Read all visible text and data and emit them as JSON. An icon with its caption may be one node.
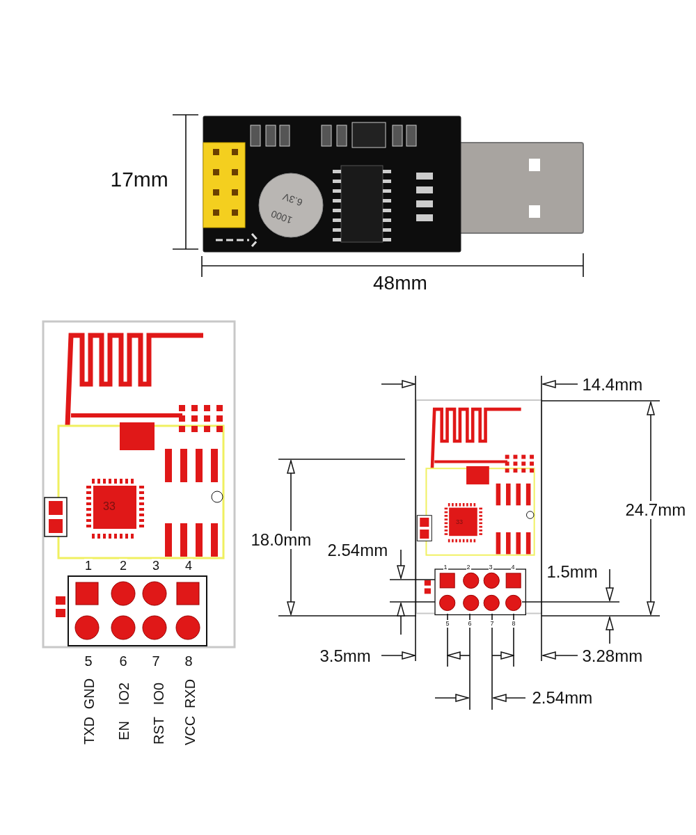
{
  "diagram": {
    "labels": [
      "17mm",
      "48mm",
      "6.3V",
      "1000",
      "33",
      "1",
      "2",
      "3",
      "4",
      "5",
      "6",
      "7",
      "8",
      "GND",
      "IO2",
      "IO0",
      "RXD",
      "TXD",
      "EN",
      "RST",
      "VCC",
      "14.4mm",
      "24.7mm",
      "18.0mm",
      "2.54mm",
      "1.5mm",
      "33",
      "1",
      "2",
      "3",
      "4",
      "5",
      "6",
      "7",
      "8",
      "3.5mm",
      "3.28mm",
      "2.54mm"
    ]
  }
}
